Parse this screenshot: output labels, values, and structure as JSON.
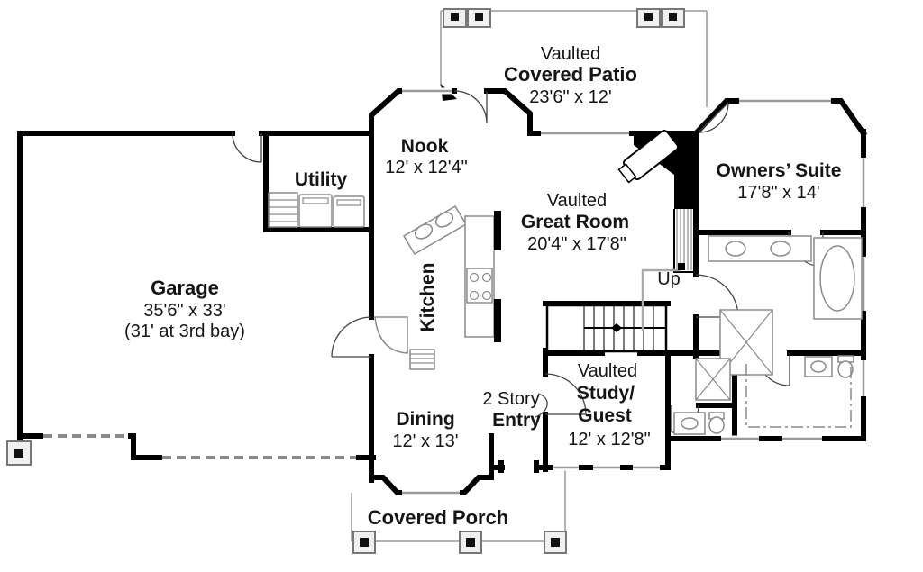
{
  "figure": {
    "type": "house-floor-plan",
    "background_color": "#ffffff",
    "wall_color": "#000000",
    "fixture_color": "#8a8a8a",
    "text_color": "#151515"
  },
  "rooms": {
    "covered_patio": {
      "prefix": "Vaulted",
      "name": "Covered Patio",
      "dims": "23'6\" x 12'"
    },
    "nook": {
      "name": "Nook",
      "dims": "12' x 12'4\""
    },
    "utility": {
      "name": "Utility"
    },
    "owners_suite": {
      "name": "Owners’ Suite",
      "dims": "17'8\" x 14'"
    },
    "great_room": {
      "prefix": "Vaulted",
      "name": "Great Room",
      "dims": "20'4\" x 17'8\""
    },
    "garage": {
      "name": "Garage",
      "dims": "35'6\" x 33'",
      "note": "(31' at 3rd bay)"
    },
    "kitchen": {
      "name": "Kitchen"
    },
    "stairs": {
      "label": "Up"
    },
    "entry": {
      "prefix": "2 Story",
      "name": "Entry"
    },
    "dining": {
      "name": "Dining",
      "dims": "12' x 13'"
    },
    "study_guest": {
      "prefix": "Vaulted",
      "name_line1": "Study/",
      "name_line2": "Guest",
      "dims": "12' x 12'8\""
    },
    "covered_porch": {
      "name": "Covered Porch"
    }
  }
}
